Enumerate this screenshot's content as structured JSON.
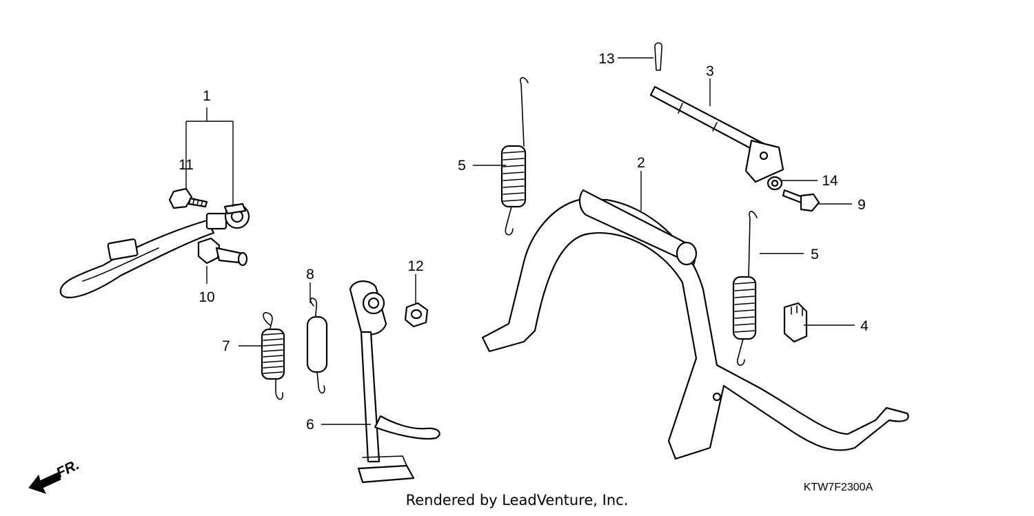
{
  "callouts": {
    "c1": "1",
    "c2": "2",
    "c3": "3",
    "c4": "4",
    "c5a": "5",
    "c5b": "5",
    "c6": "6",
    "c7": "7",
    "c8": "8",
    "c9": "9",
    "c10": "10",
    "c11": "11",
    "c12": "12",
    "c13": "13",
    "c14": "14"
  },
  "diagram_code": "KTW7F2300A",
  "front_indicator": "FR.",
  "credit": "Rendered by LeadVenture, Inc."
}
